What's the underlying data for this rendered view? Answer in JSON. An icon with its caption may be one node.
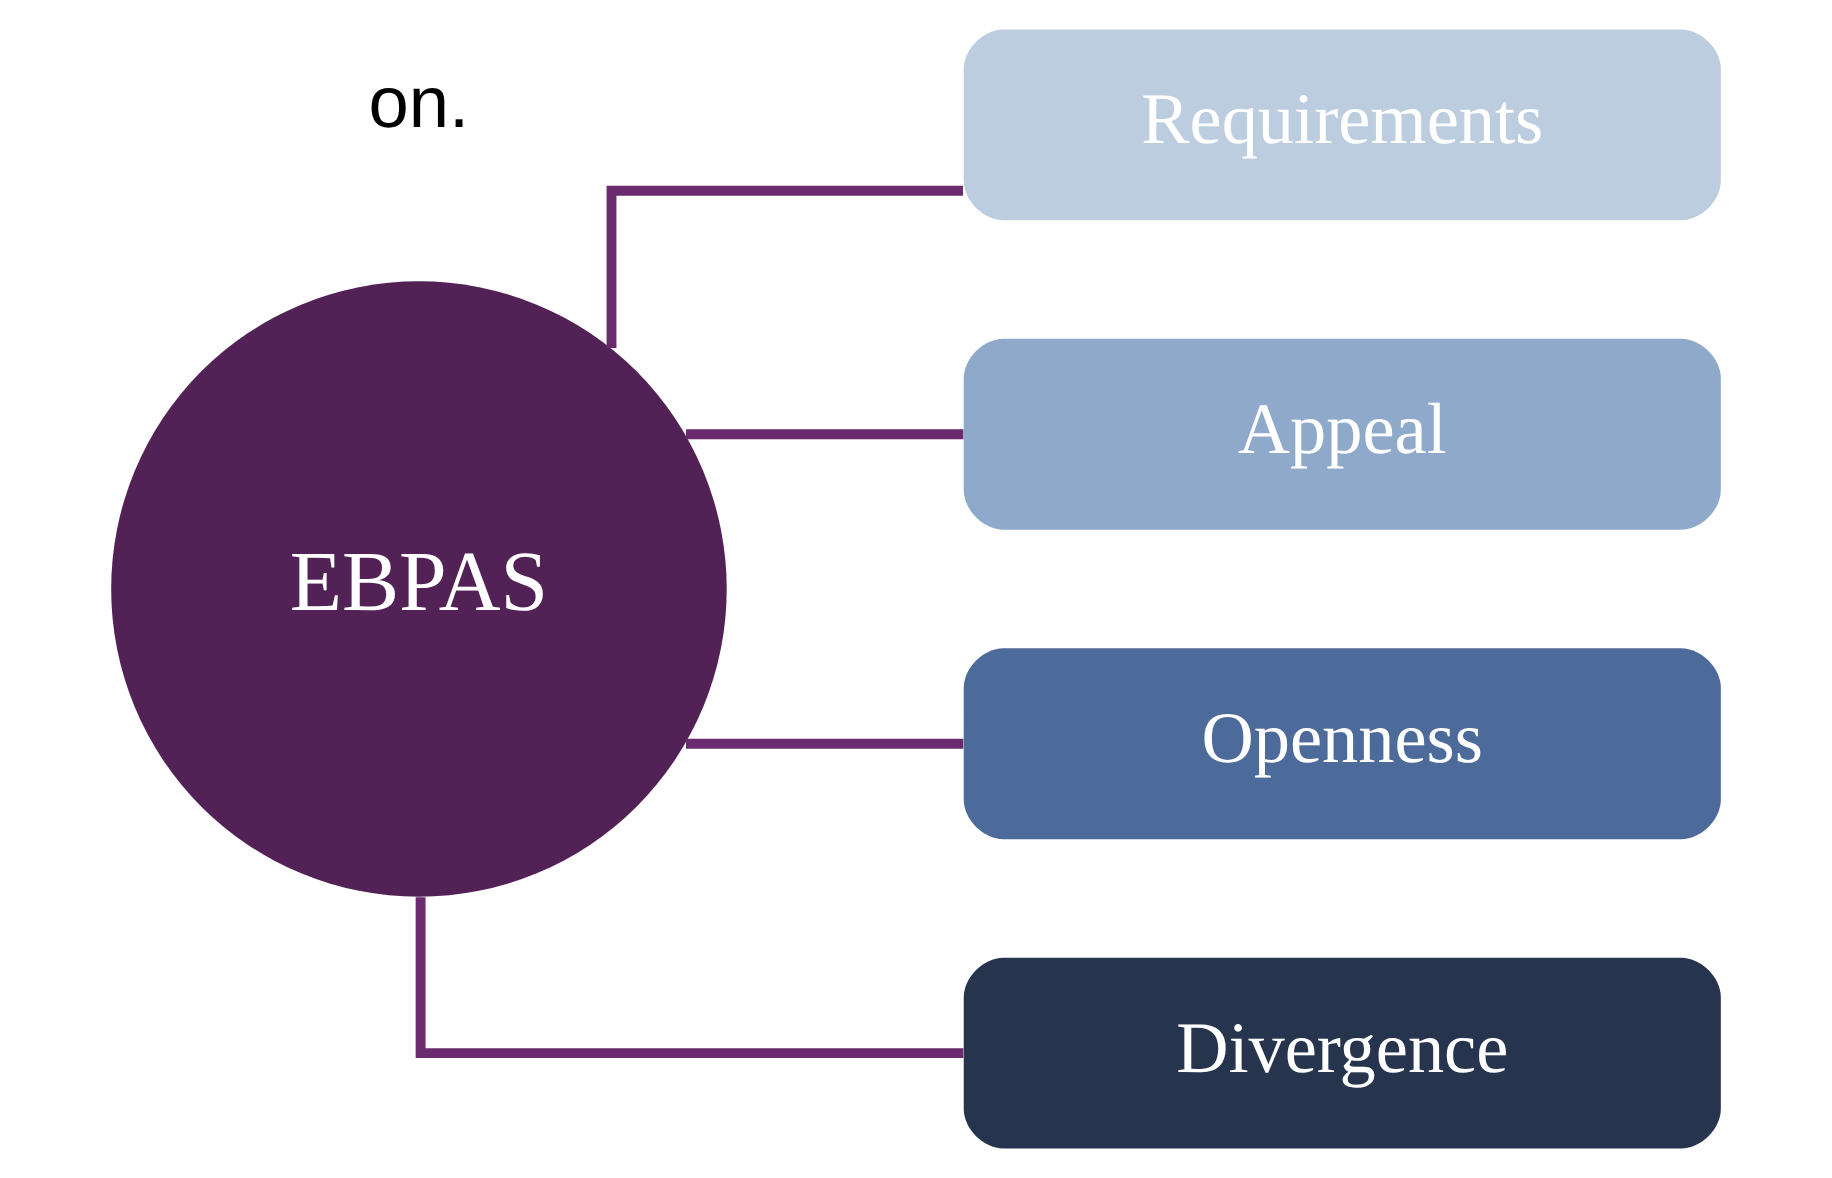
{
  "diagram": {
    "nodes": [
      {
        "text": [
          "EBPAS"
        ]
      },
      {
        "text": [
          "Requirements"
        ]
      },
      {
        "text": [
          "Appeal"
        ]
      },
      {
        "text": [
          "Openness"
        ]
      },
      {
        "text": [
          "Divergence"
        ]
      }
    ],
    "edges": [
      {
        "from": 0,
        "to": 1,
        "arrow": "none"
      },
      {
        "from": 0,
        "to": 2,
        "arrow": "none"
      },
      {
        "from": 0,
        "to": 3,
        "arrow": "none"
      },
      {
        "from": 0,
        "to": 4,
        "arrow": "none"
      }
    ],
    "labels": [
      "on."
    ]
  }
}
